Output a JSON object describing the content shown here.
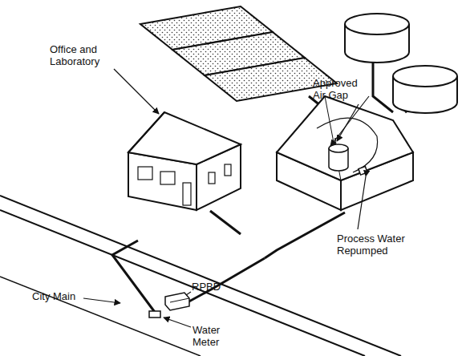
{
  "diagram": {
    "labels": [
      "Office and Laboratory",
      "Approved Air Gap",
      "RPBD",
      "City Main",
      "Water Meter",
      "Process Water Repumped"
    ]
  }
}
